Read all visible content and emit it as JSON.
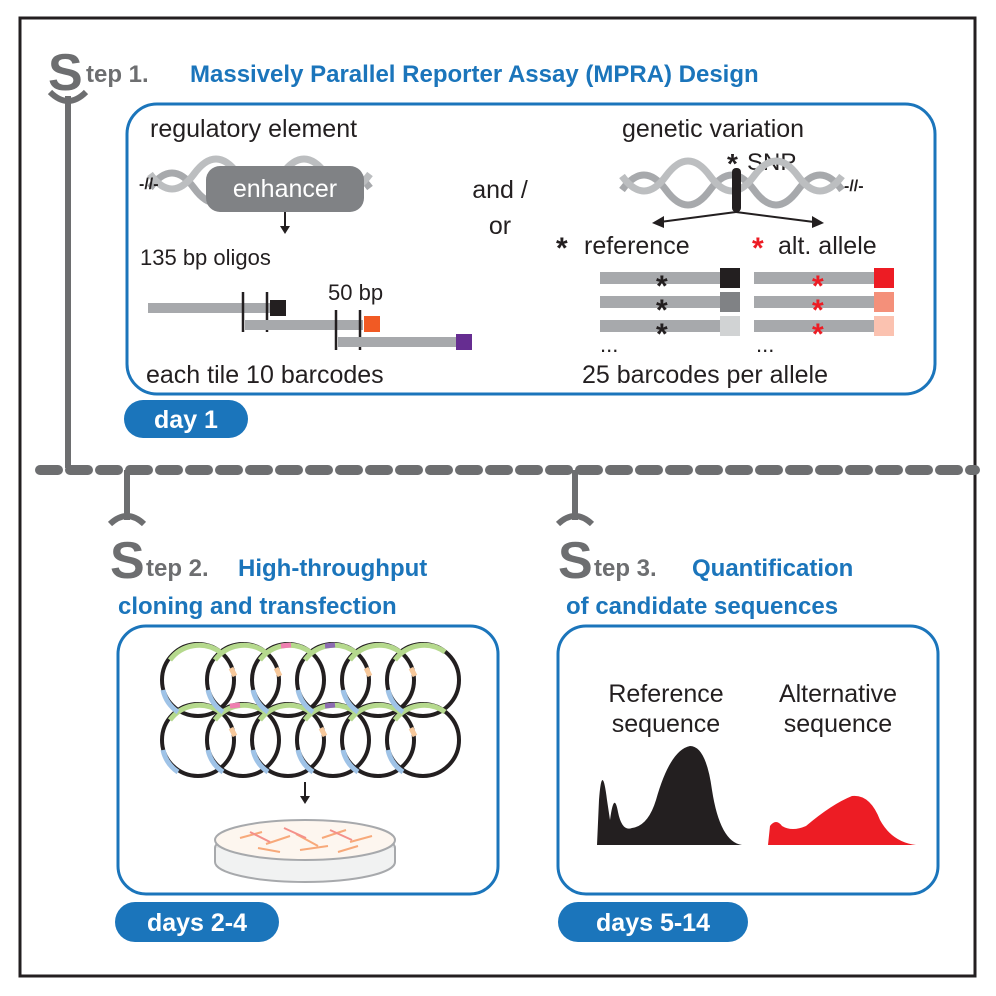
{
  "step1": {
    "letter": "S",
    "prefix": "tep 1.",
    "title": "Massively Parallel Reporter Assay (MPRA) Design",
    "regulatory_label": "regulatory element",
    "enhancer_label": "enhancer",
    "oligos_label": "135 bp oligos",
    "bp_label": "50 bp",
    "tile_label": "each tile 10 barcodes",
    "connector_label": "and / or",
    "connector_line1": "and /",
    "connector_line2": "or",
    "variation_label": "genetic variation",
    "snp_label": "SNP",
    "reference_label": "reference",
    "alt_label": "alt. allele",
    "ellipsis": "...",
    "barcodes_label": "25 barcodes per allele",
    "day_label": "day 1"
  },
  "step2": {
    "letter": "S",
    "prefix": "tep 2.",
    "title_line1": "High-throughput",
    "title_line2": "cloning and transfection",
    "day_label": "days 2-4"
  },
  "step3": {
    "letter": "S",
    "prefix": "tep 3.",
    "title_line1": "Quantification",
    "title_line2": "of candidate sequences",
    "ref_line1": "Reference",
    "ref_line2": "sequence",
    "alt_line1": "Alternative",
    "alt_line2": "sequence",
    "day_label": "days 5-14"
  },
  "colors": {
    "accent_blue": "#1b75bb",
    "step_gray": "#6d6e70",
    "alt_red": "#ed1c24",
    "tile_orange": "#f15a24",
    "tile_purple": "#662d91"
  }
}
